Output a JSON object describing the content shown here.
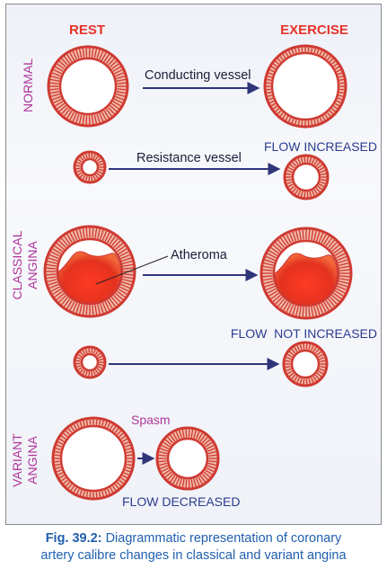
{
  "headers": {
    "rest": "REST",
    "exercise": "EXERCISE"
  },
  "rows": {
    "normal": "NORMAL",
    "classical": [
      "CLASSICAL",
      "ANGINA"
    ],
    "variant": [
      "VARIANT",
      "ANGINA"
    ]
  },
  "labels": {
    "conducting_vessel": "Conducting vessel",
    "resistance_vessel": "Resistance vessel",
    "flow_increased": "FLOW INCREASED",
    "atheroma": "Atheroma",
    "flow_not_increased": "FLOW  NOT INCREASED",
    "spasm": "Spasm",
    "flow_decreased": "FLOW DECREASED"
  },
  "caption": {
    "fig_label": "Fig. 39.2:",
    "line1_rest": " Diagrammatic representation of coronary",
    "line2": "artery calibre changes in classical and variant angina"
  },
  "colors": {
    "header_red": "#e8322a",
    "row_purple": "#b0359b",
    "label_blue": "#2b3c8f",
    "arrow_navy": "#2f3579",
    "vessel_wall": "#cf3a32",
    "vessel_ring": "#f0b9a8",
    "atheroma": "#e53224",
    "caption_blue": "#1f5fae"
  }
}
